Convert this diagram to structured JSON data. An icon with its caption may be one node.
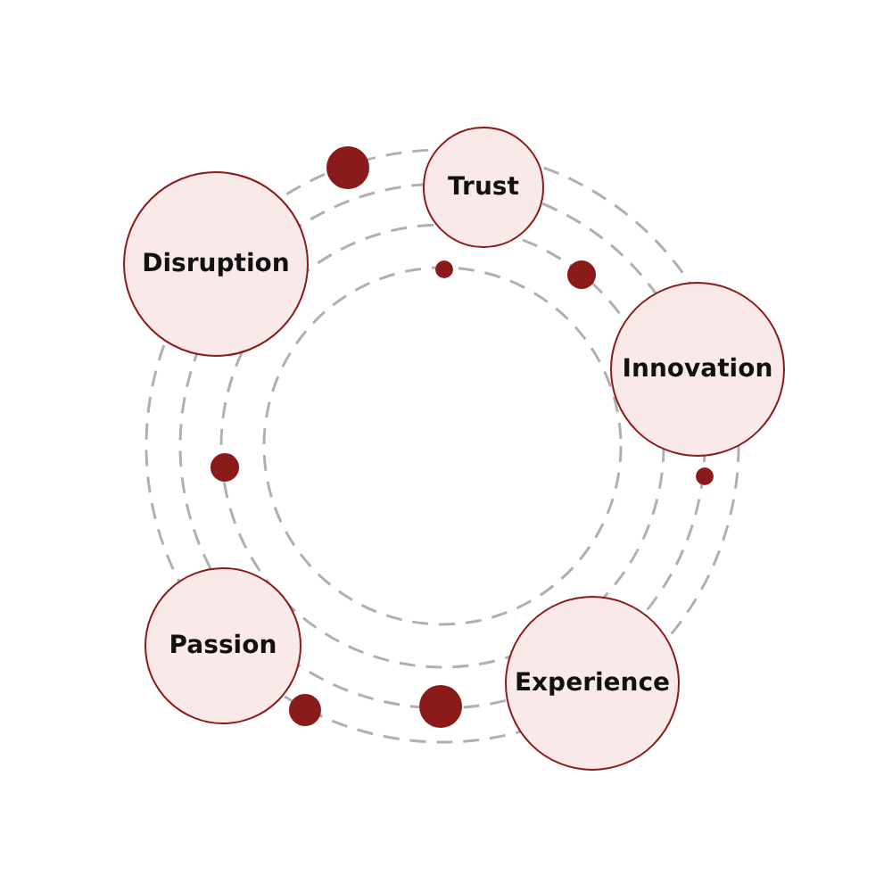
{
  "diagram": {
    "nodes": [
      {
        "text": [
          "Trust"
        ]
      },
      {
        "text": [
          "Disruption"
        ]
      },
      {
        "text": [
          "Innovation"
        ]
      },
      {
        "text": [
          "Passion"
        ]
      },
      {
        "text": [
          "Experience"
        ]
      }
    ]
  }
}
